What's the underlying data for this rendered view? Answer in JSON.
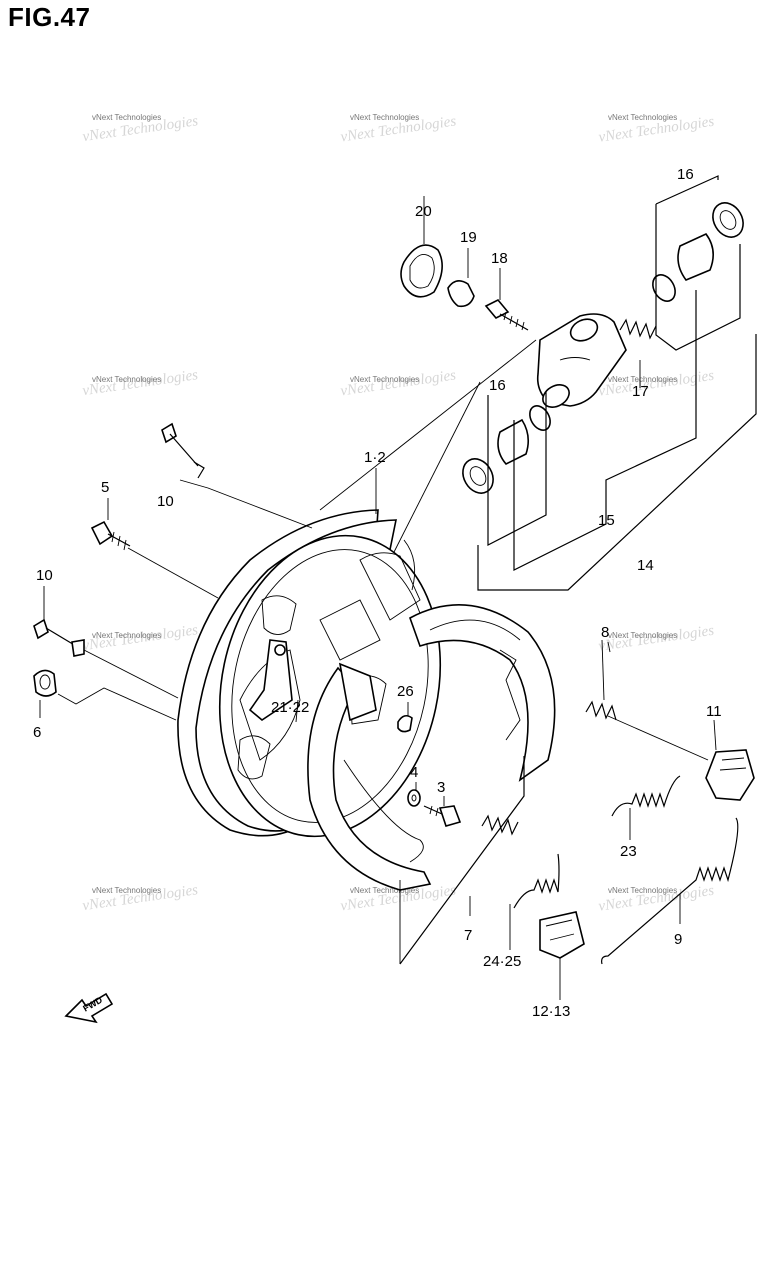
{
  "figure": {
    "title": "FIG.47"
  },
  "watermark": {
    "text": "vNext Technologies"
  },
  "fwd_arrow": {
    "label": "FWD"
  },
  "labels": {
    "p16_top": "16",
    "p20": "20",
    "p19": "19",
    "p18": "18",
    "p17": "17",
    "p16_mid": "16",
    "p1_2": "1·2",
    "p10_top": "10",
    "p5": "5",
    "p15": "15",
    "p14": "14",
    "p10_left": "10",
    "p8": "8",
    "p6": "6",
    "p26": "26",
    "p21_22": "21·22",
    "p11": "11",
    "p4": "4",
    "p3": "3",
    "p23": "23",
    "p7": "7",
    "p9": "9",
    "p24_25": "24·25",
    "p12_13": "12·13"
  }
}
